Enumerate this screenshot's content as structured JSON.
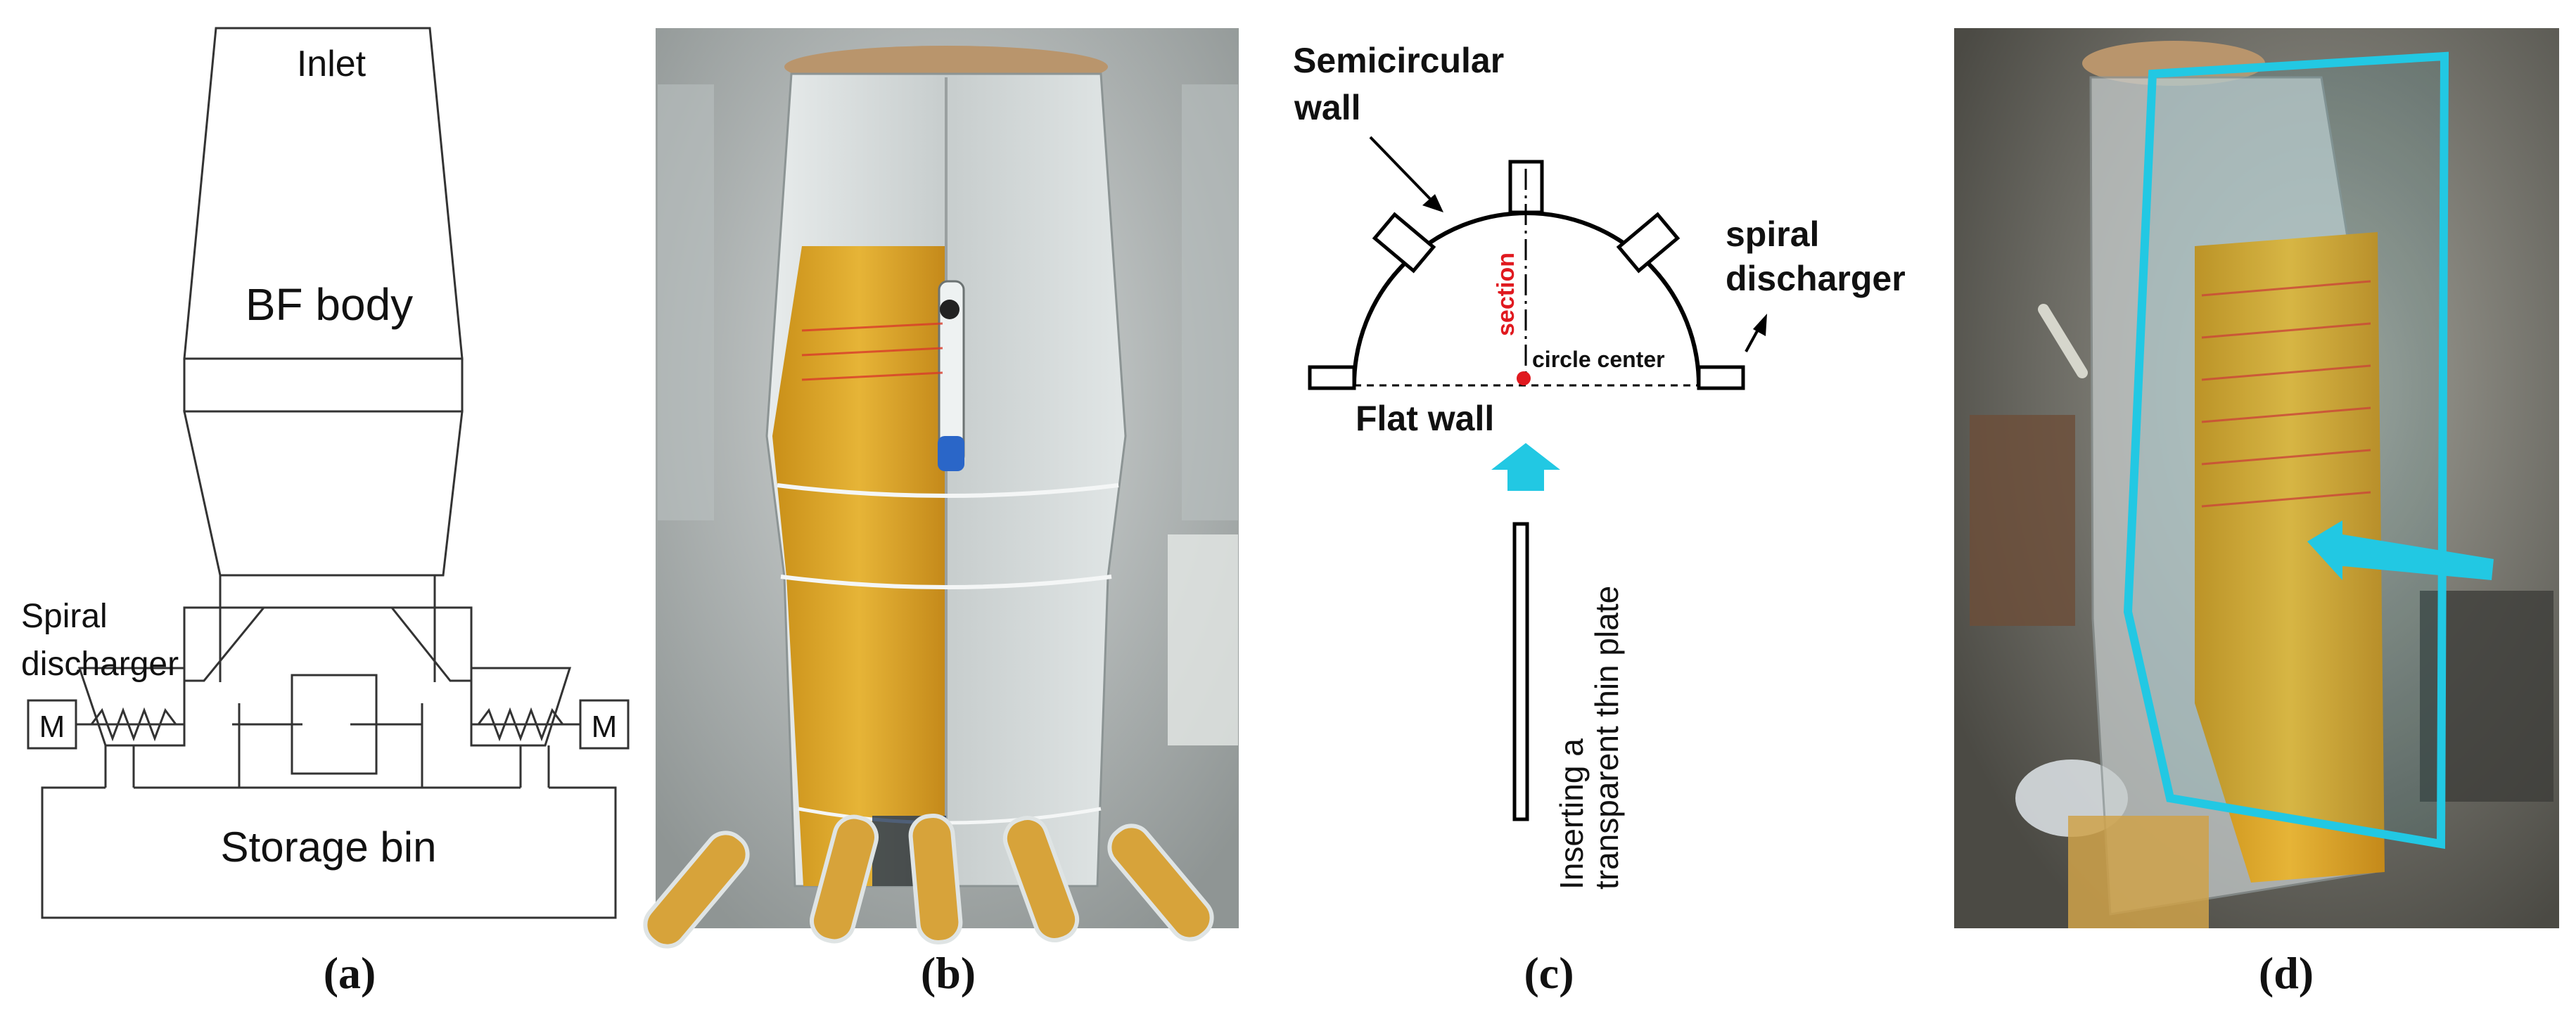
{
  "panel_a": {
    "inlet": "Inlet",
    "body": "BF body",
    "discharger_line1": "Spiral",
    "discharger_line2": "discharger",
    "motor_left": "M",
    "motor_right": "M",
    "bin": "Storage bin",
    "caption": "(a)"
  },
  "panel_b": {
    "caption": "(b)"
  },
  "panel_c": {
    "wall_line1": "Semicircular",
    "wall_line2": "wall",
    "discharger_line1": "spiral",
    "discharger_line2": "discharger",
    "section": "section",
    "circle_center": "circle center",
    "flat_wall": "Flat wall",
    "plate_line1": "Inserting a",
    "plate_line2": "transparent thin plate",
    "caption": "(c)",
    "section_color": "#e0191f",
    "arrow_color": "#22c8e3"
  },
  "panel_d": {
    "caption": "(d)",
    "highlight_color": "#22c8e3"
  }
}
